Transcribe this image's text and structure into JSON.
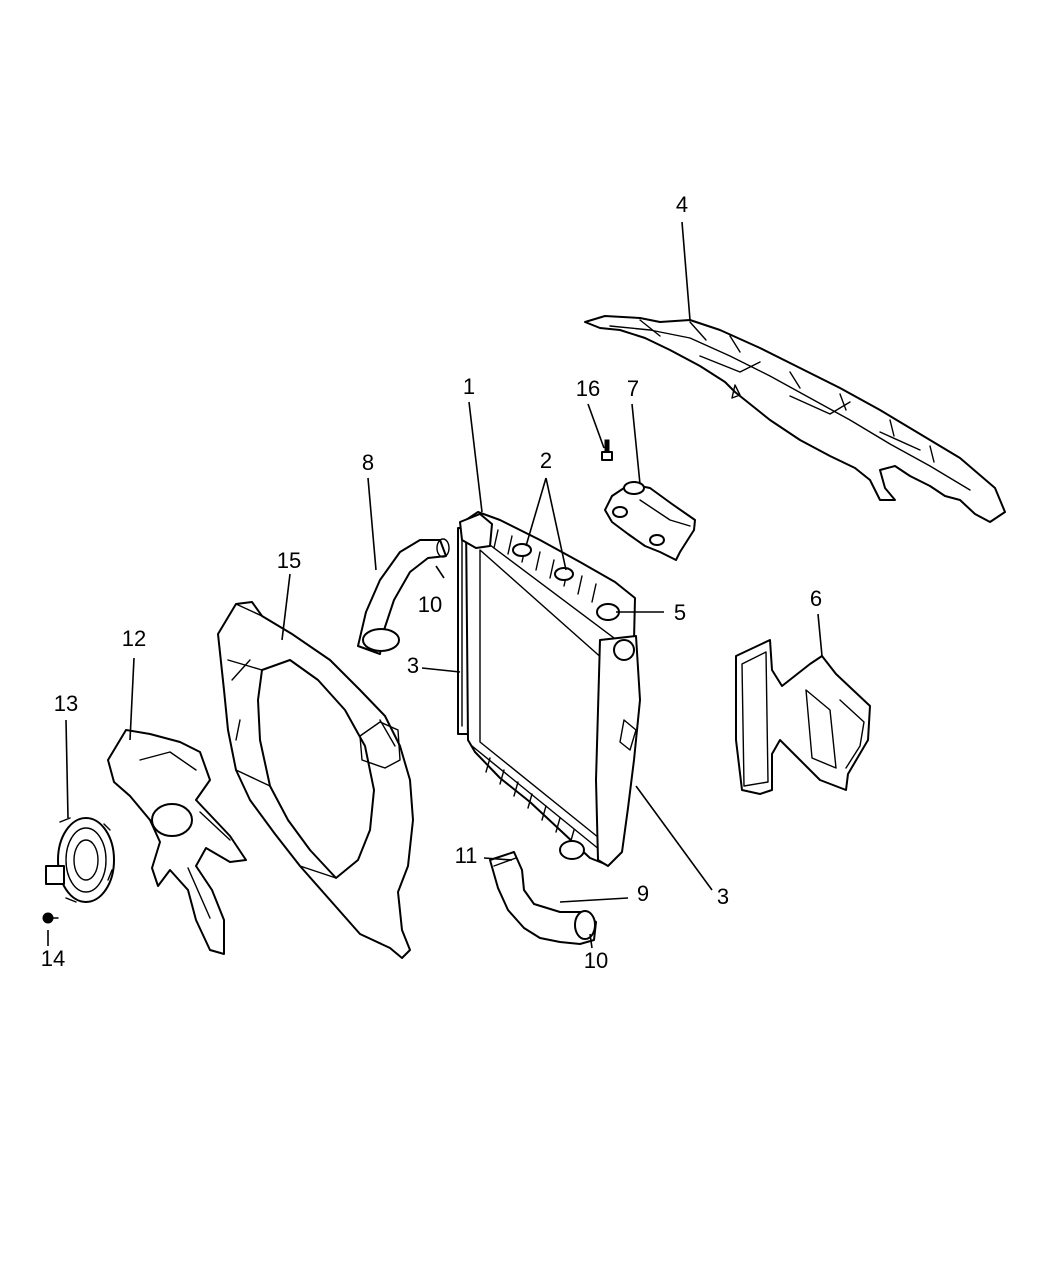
{
  "diagram": {
    "callouts": [
      {
        "id": "c1",
        "label": "1"
      },
      {
        "id": "c2",
        "label": "2"
      },
      {
        "id": "c3a",
        "label": "3"
      },
      {
        "id": "c3b",
        "label": "3"
      },
      {
        "id": "c4",
        "label": "4"
      },
      {
        "id": "c5",
        "label": "5"
      },
      {
        "id": "c6",
        "label": "6"
      },
      {
        "id": "c7",
        "label": "7"
      },
      {
        "id": "c8",
        "label": "8"
      },
      {
        "id": "c9",
        "label": "9"
      },
      {
        "id": "c10a",
        "label": "10"
      },
      {
        "id": "c10b",
        "label": "10"
      },
      {
        "id": "c11",
        "label": "11"
      },
      {
        "id": "c12",
        "label": "12"
      },
      {
        "id": "c13",
        "label": "13"
      },
      {
        "id": "c14",
        "label": "14"
      },
      {
        "id": "c15",
        "label": "15"
      },
      {
        "id": "c16",
        "label": "16"
      }
    ]
  }
}
